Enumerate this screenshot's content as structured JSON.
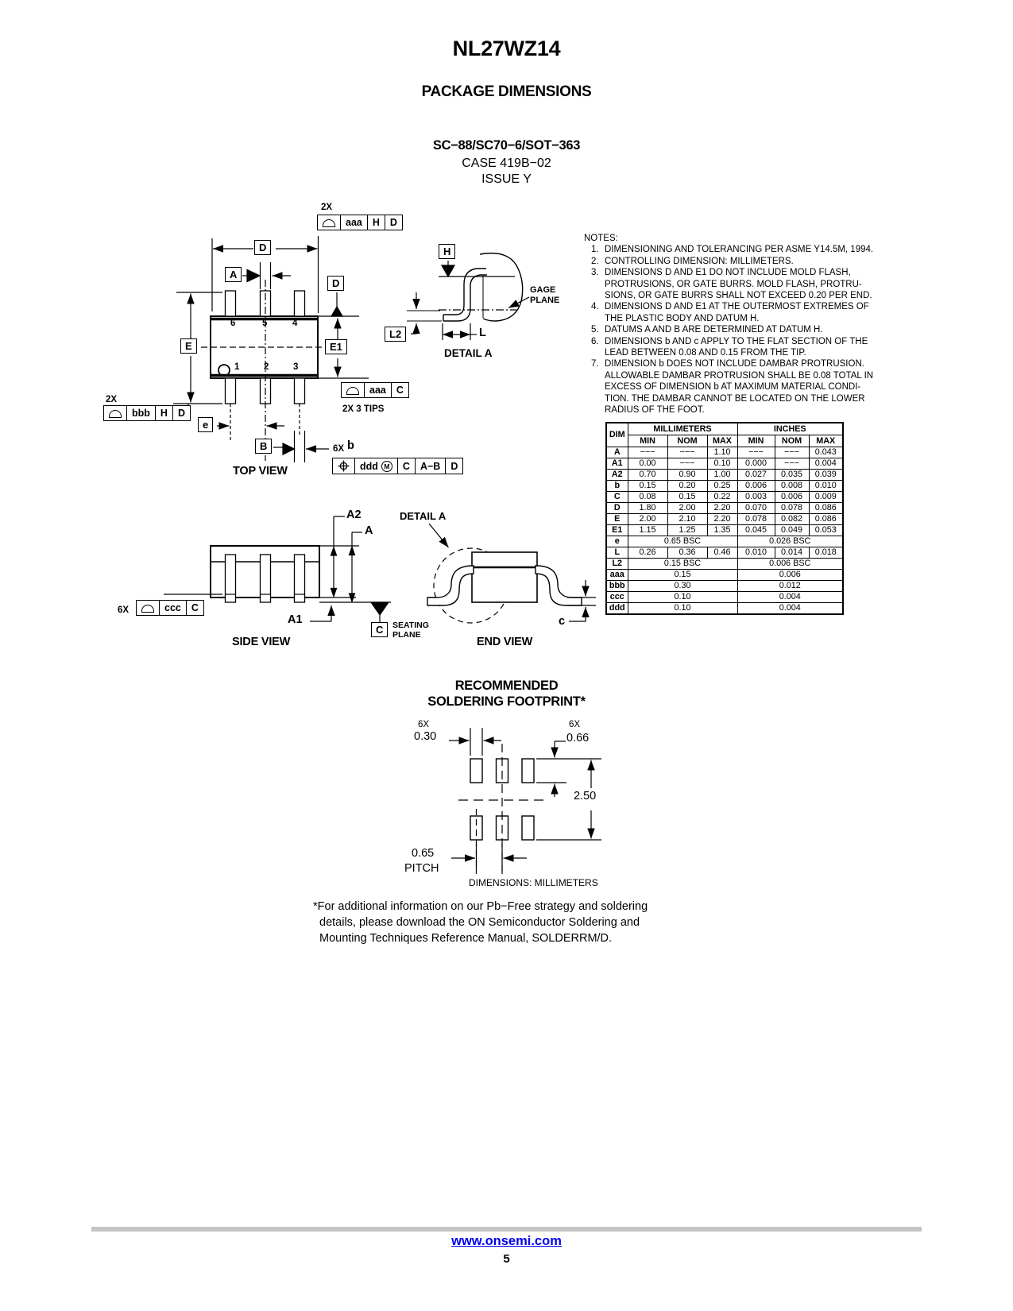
{
  "header": {
    "part": "NL27WZ14",
    "section": "PACKAGE DIMENSIONS",
    "package": "SC−88/SC70−6/SOT−363",
    "case_line": "CASE 419B−02",
    "issue": "ISSUE Y"
  },
  "views": {
    "top": {
      "title": "TOP VIEW",
      "pins_top": [
        "6",
        "5",
        "4"
      ],
      "pins_bottom": [
        "1",
        "2",
        "3"
      ],
      "dim_D": "D",
      "dim_E": "E",
      "dim_E1": "E1",
      "dim_e": "e",
      "datum_A": "A",
      "datum_B": "B",
      "datum_D": "D",
      "qty_2x_top": "2X",
      "qty_2x_bottom": "2X",
      "lead_count": "6X",
      "lead_width": "b",
      "frame_aaa_top": {
        "tol": "aaa",
        "ref1": "H",
        "ref2": "D"
      },
      "frame_bbb": {
        "tol": "bbb",
        "ref1": "H",
        "ref2": "D"
      },
      "frame_aaa_tips": {
        "tol": "aaa",
        "ref1": "C",
        "qty_note": "2X 3 TIPS"
      },
      "frame_ddd": {
        "tol": "ddd",
        "mod": "M",
        "ref1": "C",
        "ref2": "A−B",
        "ref3": "D"
      }
    },
    "detail_a": {
      "title": "DETAIL A",
      "datum_H": "H",
      "dim_L": "L",
      "dim_L2": "L2",
      "gage_line1": "GAGE",
      "gage_line2": "PLANE"
    },
    "side": {
      "title": "SIDE VIEW",
      "dim_A": "A",
      "dim_A1": "A1",
      "dim_A2": "A2",
      "qty_6x": "6X",
      "frame_ccc": {
        "tol": "ccc",
        "ref1": "C"
      },
      "seating_datum": "C",
      "seating_line1": "SEATING",
      "seating_line2": "PLANE"
    },
    "end": {
      "title": "END VIEW",
      "detail_ref": "DETAIL A",
      "dim_c": "c"
    }
  },
  "notes": {
    "title": "NOTES:",
    "items": [
      {
        "num": "1",
        "lines": [
          "DIMENSIONING AND TOLERANCING PER ASME Y14.5M, 1994."
        ]
      },
      {
        "num": "2",
        "lines": [
          "CONTROLLING DIMENSION: MILLIMETERS."
        ]
      },
      {
        "num": "3",
        "lines": [
          "DIMENSIONS D AND E1 DO NOT INCLUDE MOLD FLASH,",
          "PROTRUSIONS, OR GATE BURRS. MOLD FLASH, PROTRU-",
          "SIONS, OR GATE BURRS SHALL NOT EXCEED 0.20 PER END."
        ]
      },
      {
        "num": "4",
        "lines": [
          "DIMENSIONS D AND E1 AT THE OUTERMOST EXTREMES OF",
          "THE PLASTIC BODY AND DATUM H."
        ]
      },
      {
        "num": "5",
        "lines": [
          "DATUMS A AND B ARE DETERMINED AT DATUM H."
        ]
      },
      {
        "num": "6",
        "lines": [
          "DIMENSIONS b AND c APPLY TO THE FLAT SECTION OF THE",
          "LEAD BETWEEN 0.08 AND 0.15 FROM THE TIP."
        ]
      },
      {
        "num": "7",
        "lines": [
          "DIMENSION b DOES NOT INCLUDE DAMBAR PROTRUSION.",
          "ALLOWABLE DAMBAR PROTRUSION SHALL BE 0.08 TOTAL IN",
          "EXCESS OF DIMENSION b AT MAXIMUM  MATERIAL CONDI-",
          "TION. THE DAMBAR CANNOT BE LOCATED ON THE LOWER",
          "RADIUS OF THE FOOT."
        ]
      }
    ]
  },
  "dim_table": {
    "headers": {
      "dim": "DIM",
      "mm": "MILLIMETERS",
      "in": "INCHES",
      "min": "MIN",
      "nom": "NOM",
      "max": "MAX"
    },
    "rows": [
      {
        "dim": "A",
        "mm": [
          "−−−",
          "−−−",
          "1.10"
        ],
        "in": [
          "−−−",
          "−−−",
          "0.043"
        ]
      },
      {
        "dim": "A1",
        "mm": [
          "0.00",
          "−−−",
          "0.10"
        ],
        "in": [
          "0.000",
          "−−−",
          "0.004"
        ]
      },
      {
        "dim": "A2",
        "mm": [
          "0.70",
          "0.90",
          "1.00"
        ],
        "in": [
          "0.027",
          "0.035",
          "0.039"
        ]
      },
      {
        "dim": "b",
        "mm": [
          "0.15",
          "0.20",
          "0.25"
        ],
        "in": [
          "0.006",
          "0.008",
          "0.010"
        ]
      },
      {
        "dim": "C",
        "mm": [
          "0.08",
          "0.15",
          "0.22"
        ],
        "in": [
          "0.003",
          "0.006",
          "0.009"
        ]
      },
      {
        "dim": "D",
        "mm": [
          "1.80",
          "2.00",
          "2.20"
        ],
        "in": [
          "0.070",
          "0.078",
          "0.086"
        ]
      },
      {
        "dim": "E",
        "mm": [
          "2.00",
          "2.10",
          "2.20"
        ],
        "in": [
          "0.078",
          "0.082",
          "0.086"
        ]
      },
      {
        "dim": "E1",
        "mm": [
          "1.15",
          "1.25",
          "1.35"
        ],
        "in": [
          "0.045",
          "0.049",
          "0.053"
        ]
      },
      {
        "dim": "e",
        "mm_span": "0.65 BSC",
        "in_span": "0.026 BSC"
      },
      {
        "dim": "L",
        "mm": [
          "0.26",
          "0.36",
          "0.46"
        ],
        "in": [
          "0.010",
          "0.014",
          "0.018"
        ]
      },
      {
        "dim": "L2",
        "mm_span": "0.15 BSC",
        "in_span": "0.006 BSC"
      },
      {
        "dim": "aaa",
        "mm_span": "0.15",
        "in_span": "0.006"
      },
      {
        "dim": "bbb",
        "mm_span": "0.30",
        "in_span": "0.012"
      },
      {
        "dim": "ccc",
        "mm_span": "0.10",
        "in_span": "0.004"
      },
      {
        "dim": "ddd",
        "mm_span": "0.10",
        "in_span": "0.004"
      }
    ]
  },
  "footprint": {
    "title_line1": "RECOMMENDED",
    "title_line2": "SOLDERING FOOTPRINT*",
    "qty_pad_width": "6X",
    "pad_width": "0.30",
    "qty_pad_height": "6X",
    "pad_height": "0.66",
    "row_span": "2.50",
    "pitch_value": "0.65",
    "pitch_label": "PITCH",
    "units_note": "DIMENSIONS: MILLIMETERS"
  },
  "footnote": {
    "lines": [
      "*For additional information on our Pb−Free strategy and soldering",
      "details, please download the ON Semiconductor Soldering and",
      "Mounting Techniques Reference Manual, SOLDERRM/D."
    ]
  },
  "footer": {
    "website": "www.onsemi.com",
    "page": "5",
    "link_color": "#0000ee"
  }
}
